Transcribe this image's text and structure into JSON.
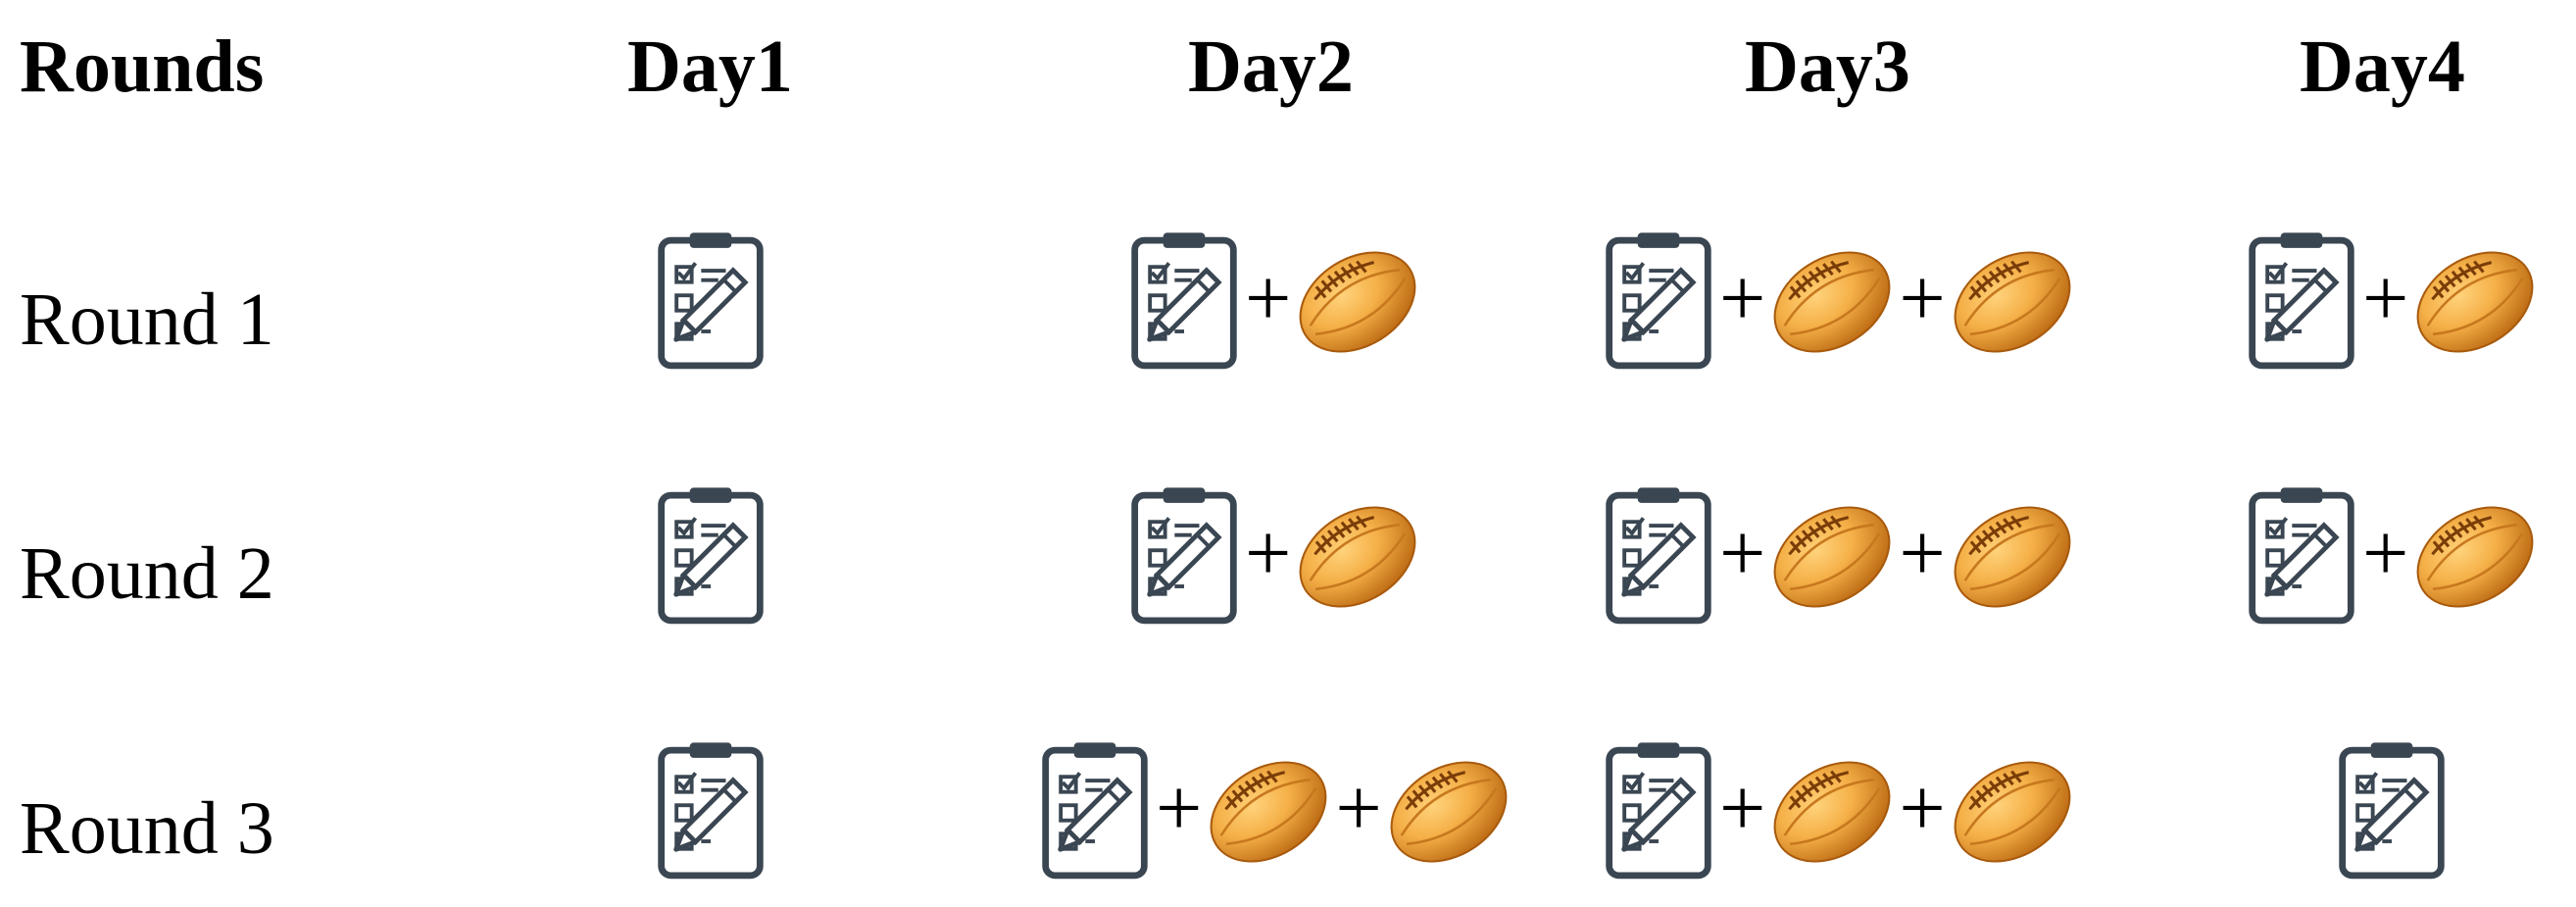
{
  "header": {
    "rounds_label": "Rounds",
    "days": [
      "Day1",
      "Day2",
      "Day3",
      "Day4"
    ]
  },
  "rows": [
    {
      "label": "Round 1",
      "balls": [
        0,
        1,
        2,
        1
      ]
    },
    {
      "label": "Round 2",
      "balls": [
        0,
        1,
        2,
        1
      ]
    },
    {
      "label": "Round 3",
      "balls": [
        0,
        2,
        2,
        0
      ]
    }
  ],
  "icons": {
    "task": "clipboard-checklist-icon",
    "load": "football-icon"
  },
  "plus_symbol": "+",
  "colors": {
    "icon_stroke": "#3a4652",
    "ball_light": "#f5b048",
    "ball_dark": "#b8650f",
    "ball_lace": "#7a3d08"
  }
}
